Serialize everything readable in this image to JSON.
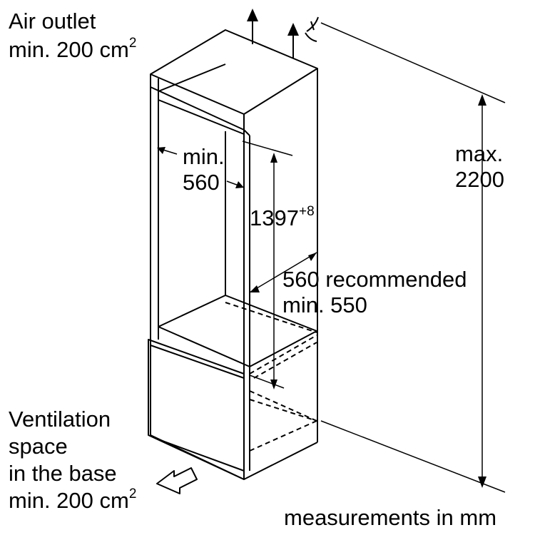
{
  "air_outlet": {
    "line1": "Air outlet",
    "line2": "min. 200 cm",
    "sup": "2"
  },
  "ventilation": {
    "line1": "Ventilation",
    "line2": "space",
    "line3": "in the base",
    "line4": "min. 200 cm",
    "sup": "2"
  },
  "width_label": {
    "line1": "min.",
    "line2": "560"
  },
  "niche_height": {
    "value": "1397",
    "sup": "+8"
  },
  "depth_label": {
    "line1": "560 recommended",
    "line2": "min. 550"
  },
  "max_height": {
    "line1": "max.",
    "line2": "2200"
  },
  "footer": {
    "units": "measurements in mm"
  },
  "icons": [
    "arrow-up-icon",
    "fan-icon",
    "inlet-arrow-icon"
  ]
}
